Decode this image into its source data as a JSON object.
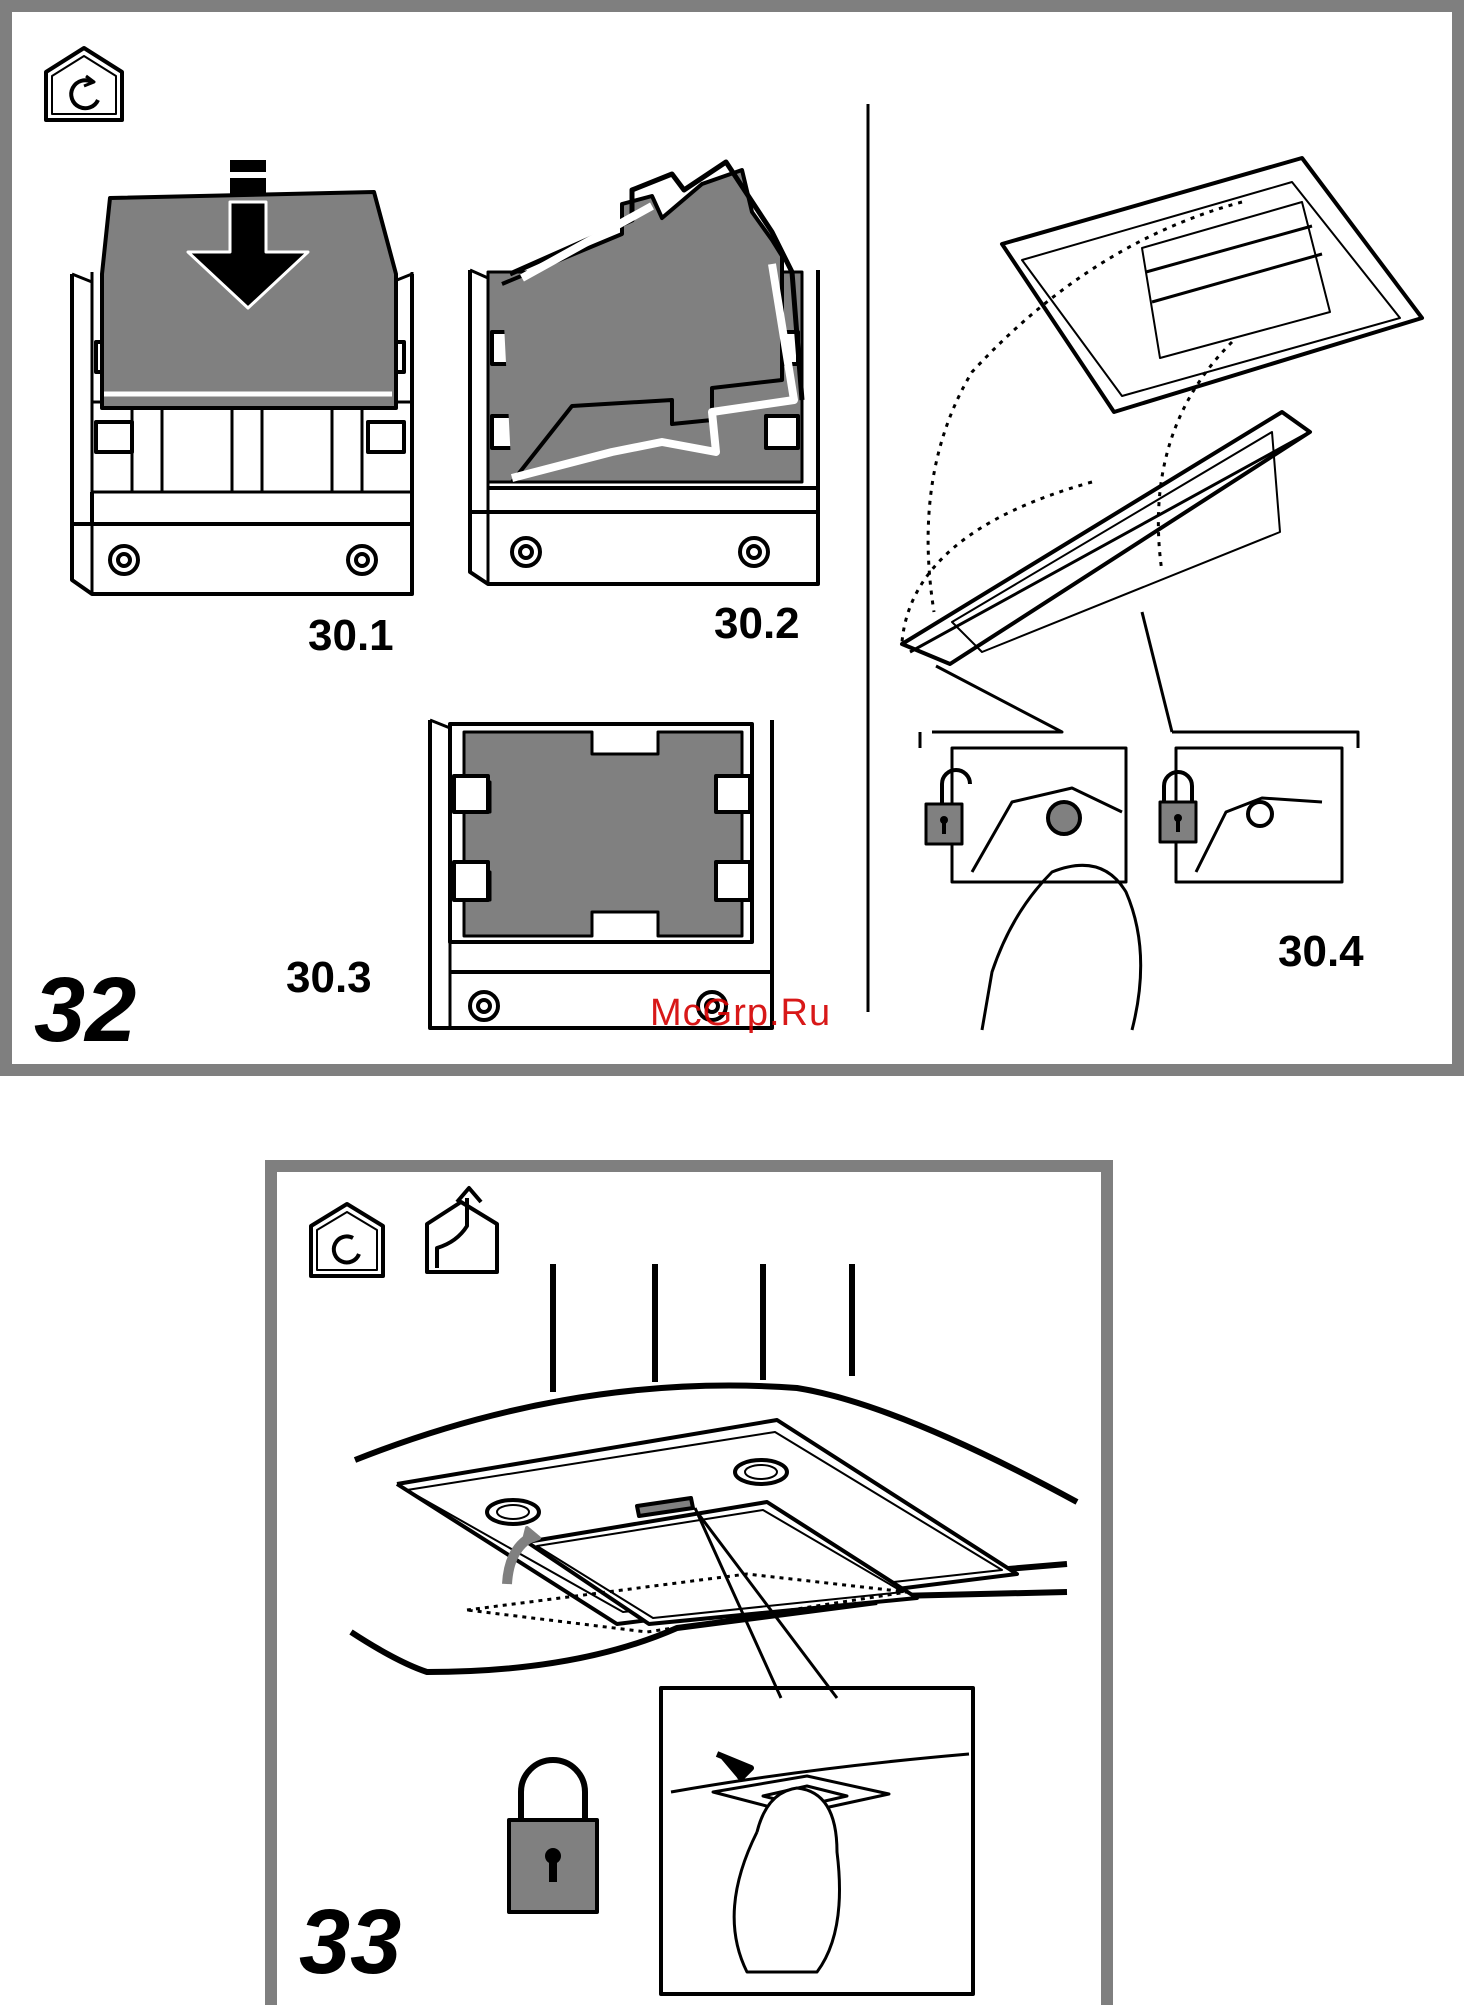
{
  "figure_32": {
    "number": "32",
    "steps": [
      "30.1",
      "30.2",
      "30.3",
      "30.4"
    ],
    "icons": [
      "house-recirculation-icon",
      "unlock-icon",
      "lock-icon"
    ]
  },
  "figure_33": {
    "number": "33",
    "icons": [
      "house-recirculation-icon",
      "house-extraction-icon",
      "lock-icon"
    ]
  },
  "watermark": "McGrp.Ru",
  "colors": {
    "frame": "#7f7f7f",
    "filter": "#808080",
    "watermark": "#d40000",
    "line": "#000000"
  }
}
